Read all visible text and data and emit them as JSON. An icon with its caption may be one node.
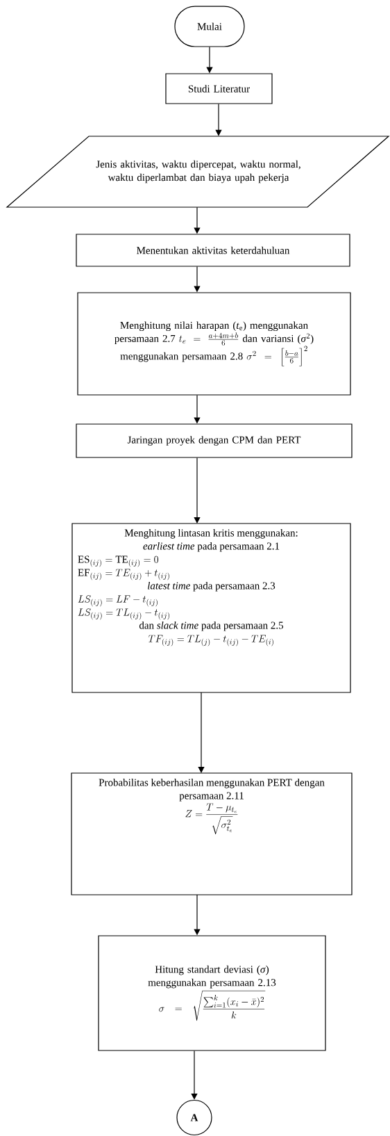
{
  "diagram": {
    "nodes": [
      {
        "text": [
          "Mulai"
        ]
      },
      {
        "text": [
          "Studi Literatur"
        ]
      },
      {
        "text": [
          "Jenis aktivitas, waktu dipercepat, waktu normal, waktu diperlambat dan biaya upah pekerja"
        ]
      },
      {
        "text": [
          "Menentukan aktivitas keterdahuluan"
        ]
      },
      {
        "text": [
          "Menghitung nilai harapan (*t*$_{e}$) menggunakan persamaan 2.7",
          "t_e = \\frac{a+4m+b}{6}",
          "dan variansi (*σ*$^{2}$) menggunakan persamaan 2.8",
          "\\sigma^2 = \\left[\\frac{b-a}{6}\\right]^2"
        ]
      },
      {
        "text": [
          "Jaringan proyek dengan CPM dan PERT"
        ]
      },
      {
        "text": [
          "Menghitung lintasan kritis menggunakan:",
          "*earliest time* pada persamaan 2.1",
          "\\mathrm{ES}_{(ij)} = \\mathrm{TE}_{(ij)} = 0",
          "\\mathrm{EF}_{(ij)} = TE_{(ij)} + t_{(ij)}",
          "*latest time* pada persamaan 2.3",
          "LS_{(ij)} = LF - t_{(ij)}",
          "LS_{(ij)} = TL_{(ij)} - t_{(ij)}",
          "dan *slack time* pada persamaan 2.5",
          "TF_{(ij)} = TL_{(j)} - t_{(ij)} - TE_{(i)}"
        ]
      },
      {
        "text": [
          "Probabilitas keberhasilan menggunakan PERT dengan persamaan 2.11",
          "Z = \\frac{T-\\mu_{t_e}}{\\sqrt{\\sigma^2_{t_e}}}"
        ]
      },
      {
        "text": [
          "Hitung standart deviasi (*σ*) menggunakan persamaan 2.13",
          "\\sigma = \\sqrt{\\frac{\\sum_{i=1}^{k}(x_i-\\bar{x})^2}{k}}"
        ]
      },
      {
        "text": [
          "A"
        ]
      }
    ],
    "edges": [
      {
        "from": 0,
        "to": 1,
        "arrow": "to"
      },
      {
        "from": 1,
        "to": 2,
        "arrow": "to"
      },
      {
        "from": 2,
        "to": 3,
        "arrow": "to"
      },
      {
        "from": 3,
        "to": 4,
        "arrow": "to"
      },
      {
        "from": 4,
        "to": 5,
        "arrow": "to"
      },
      {
        "from": 5,
        "to": 6,
        "arrow": "to"
      },
      {
        "from": 6,
        "to": 7,
        "arrow": "to"
      },
      {
        "from": 7,
        "to": 8,
        "arrow": "to"
      },
      {
        "from": 8,
        "to": 9,
        "arrow": "to"
      }
    ]
  }
}
